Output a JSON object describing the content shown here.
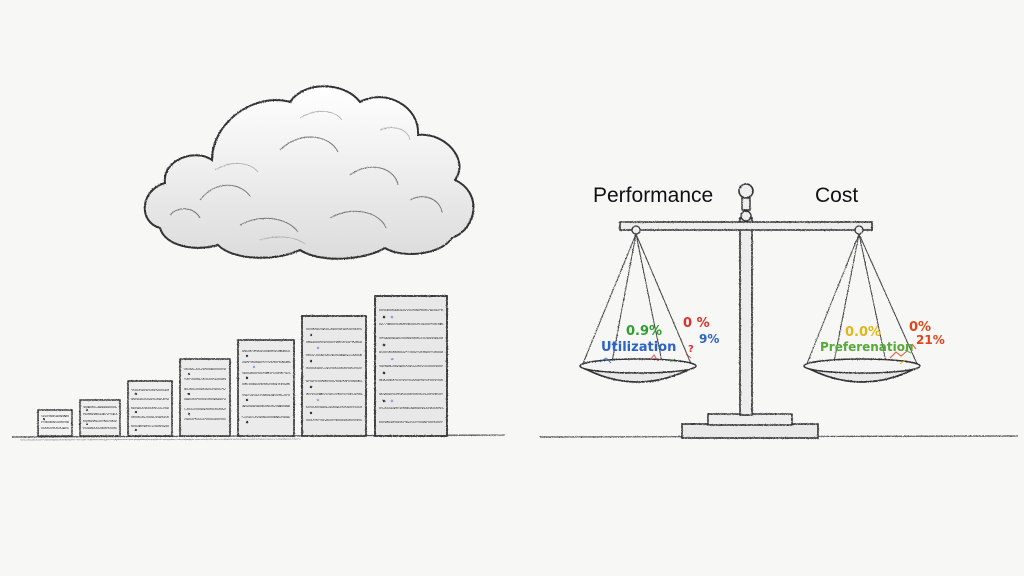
{
  "scale": {
    "left_label": "Performance",
    "right_label": "Cost"
  },
  "left_pan": {
    "value_main": "0.9%",
    "value_red": "0 %",
    "value_small": "9%",
    "value_tiny": "?",
    "caption": "Utilization",
    "colors": {
      "green": "#2f9e2f",
      "red": "#d8322a",
      "blue": "#2b63c6"
    }
  },
  "right_pan": {
    "value_main": "0.0%",
    "value_red_top": "0%",
    "value_red_bottom": "21%",
    "caption": "Preferenation",
    "colors": {
      "yellow": "#e2b712",
      "green": "#59a83a",
      "red": "#e0461c"
    }
  },
  "illustration": {
    "cloud": "cloud-sketch",
    "servers": "server-rack-sketch",
    "balance": "balance-scale-sketch"
  }
}
